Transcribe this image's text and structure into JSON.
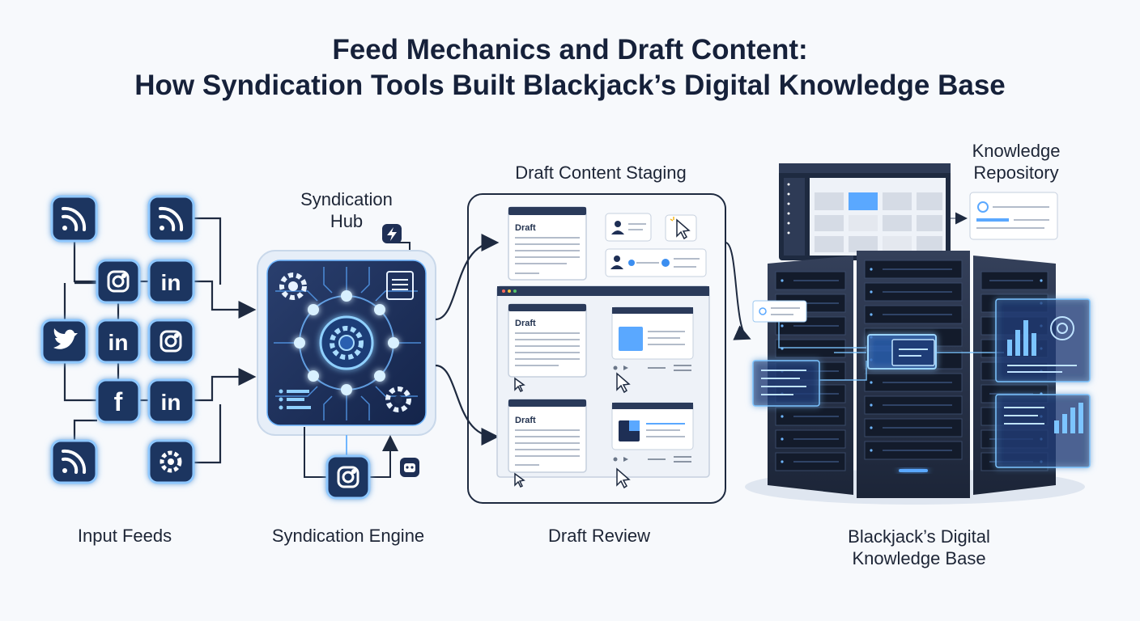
{
  "title": {
    "line1": "Feed Mechanics and Draft Content:",
    "line2": "How Syndication Tools Built Blackjack’s Digital Knowledge Base"
  },
  "labels": {
    "syndication_hub_line1": "Syndication",
    "syndication_hub_line2": "Hub",
    "draft_staging": "Draft Content Staging",
    "knowledge_repo_line1": "Knowledge",
    "knowledge_repo_line2": "Repository",
    "input_feeds": "Input Feeds",
    "syndication_engine": "Syndication Engine",
    "draft_review": "Draft Review",
    "knowledge_base_line1": "Blackjack’s Digital",
    "knowledge_base_line2": "Knowledge Base"
  },
  "draft_cards": {
    "card1": "Draft",
    "card2": "Draft",
    "card3": "Draft"
  },
  "icons": {
    "feeds": [
      "rss-icon",
      "rss-icon",
      "instagram-icon",
      "linkedin-icon",
      "twitter-icon",
      "linkedin-icon",
      "instagram-icon",
      "facebook-icon",
      "linkedin-icon",
      "rss-icon",
      "settings-icon"
    ],
    "engine": [
      "gear-icon",
      "lightning-icon",
      "instagram-icon",
      "robot-icon"
    ]
  },
  "colors": {
    "accent": "#3b8ef0",
    "dark_navy": "#1e2f55",
    "glow": "#7cc4ff"
  }
}
